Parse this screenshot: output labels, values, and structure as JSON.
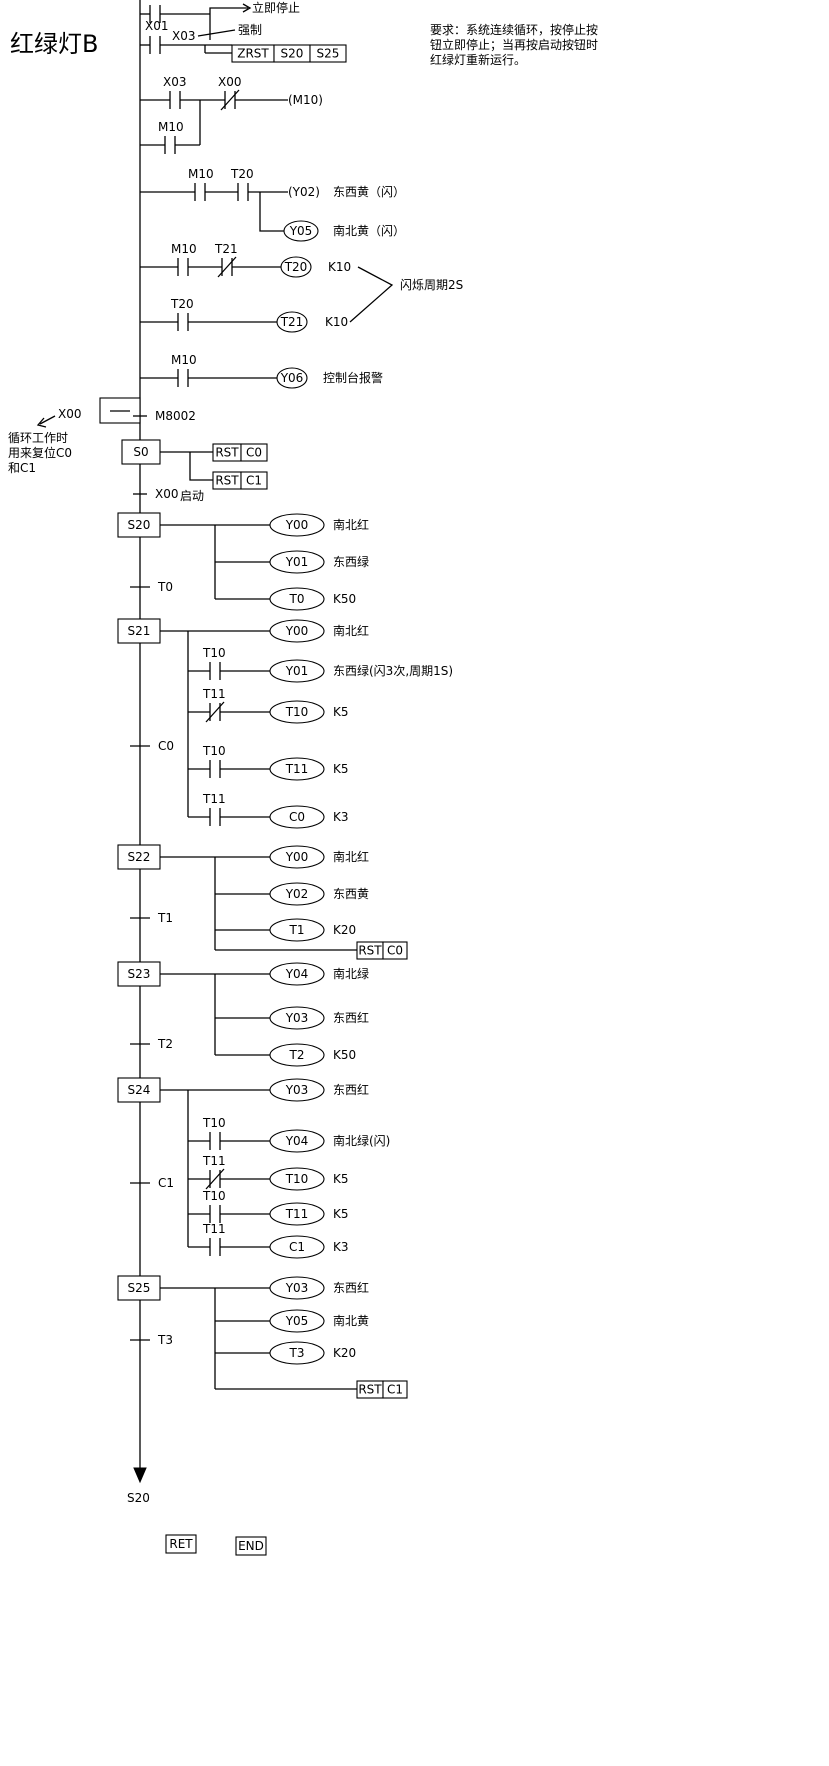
{
  "title": "红绿灯B",
  "requirement": [
    "要求：系统连续循环，按停止按",
    "钮立即停止；当再按启动按钮时",
    "红绿灯重新运行。"
  ],
  "rungs": {
    "r1": {
      "contact": "X01",
      "note": "立即停止"
    },
    "r2": {
      "contact": "X03",
      "note": "强制",
      "instr": [
        "ZRST",
        "S20",
        "S25"
      ]
    },
    "r3": {
      "c1": "X03",
      "c2": "X00",
      "coil": "M10",
      "latch": "M10"
    },
    "r4": {
      "c1": "M10",
      "c2": "T20",
      "coil1": "Y02",
      "note1": "东西黄（闪）",
      "coil2": "Y05",
      "note2": "南北黄（闪）"
    },
    "r5": {
      "c1": "M10",
      "c2": "T21",
      "coil": "T20",
      "k": "K10",
      "note": "闪烁周期2S"
    },
    "r6": {
      "c1": "T20",
      "coil": "T21",
      "k": "K10"
    },
    "r7": {
      "c1": "M10",
      "coil": "Y06",
      "note": "控制台报警"
    },
    "init": {
      "x00": "X00",
      "m8002": "M8002",
      "side_note": [
        "循环工作时",
        "用来复位C0",
        "和C1"
      ]
    }
  },
  "s0": {
    "name": "S0",
    "rst1": [
      "RST",
      "C0"
    ],
    "rst2": [
      "RST",
      "C1"
    ],
    "trans": "X00",
    "trans_note": "启动"
  },
  "steps": [
    {
      "name": "S20",
      "outputs": [
        {
          "coil": "Y00",
          "note": "南北红"
        },
        {
          "coil": "Y01",
          "note": "东西绿"
        },
        {
          "coil": "T0",
          "k": "K50"
        }
      ],
      "trans": "T0"
    },
    {
      "name": "S21",
      "outputs": [
        {
          "coil": "Y00",
          "note": "南北红"
        },
        {
          "contact": "T10",
          "coil": "Y01",
          "note": "东西绿(闪3次,周期1S)"
        },
        {
          "contact": "T11",
          "nc": true,
          "coil": "T10",
          "k": "K5"
        },
        {
          "contact": "T10",
          "coil": "T11",
          "k": "K5"
        },
        {
          "contact": "T11",
          "coil": "C0",
          "k": "K3"
        }
      ],
      "trans": "C0"
    },
    {
      "name": "S22",
      "outputs": [
        {
          "coil": "Y00",
          "note": "南北红"
        },
        {
          "coil": "Y02",
          "note": "东西黄"
        },
        {
          "coil": "T1",
          "k": "K20"
        },
        {
          "rst": [
            "RST",
            "C0"
          ]
        }
      ],
      "trans": "T1"
    },
    {
      "name": "S23",
      "outputs": [
        {
          "coil": "Y04",
          "note": "南北绿"
        },
        {
          "coil": "Y03",
          "note": "东西红"
        },
        {
          "coil": "T2",
          "k": "K50"
        }
      ],
      "trans": "T2"
    },
    {
      "name": "S24",
      "outputs": [
        {
          "coil": "Y03",
          "note": "东西红"
        },
        {
          "contact": "T10",
          "coil": "Y04",
          "note": "南北绿(闪)"
        },
        {
          "contact": "T11",
          "nc": true,
          "coil": "T10",
          "k": "K5"
        },
        {
          "contact": "T10",
          "coil": "T11",
          "k": "K5"
        },
        {
          "contact": "T11",
          "coil": "C1",
          "k": "K3"
        }
      ],
      "trans": "C1"
    },
    {
      "name": "S25",
      "outputs": [
        {
          "coil": "Y03",
          "note": "东西红"
        },
        {
          "coil": "Y05",
          "note": "南北黄"
        },
        {
          "coil": "T3",
          "k": "K20"
        },
        {
          "rst": [
            "RST",
            "C1"
          ]
        }
      ],
      "trans": "T3"
    }
  ],
  "jump_target": "S20",
  "ret": "RET",
  "end": "END"
}
